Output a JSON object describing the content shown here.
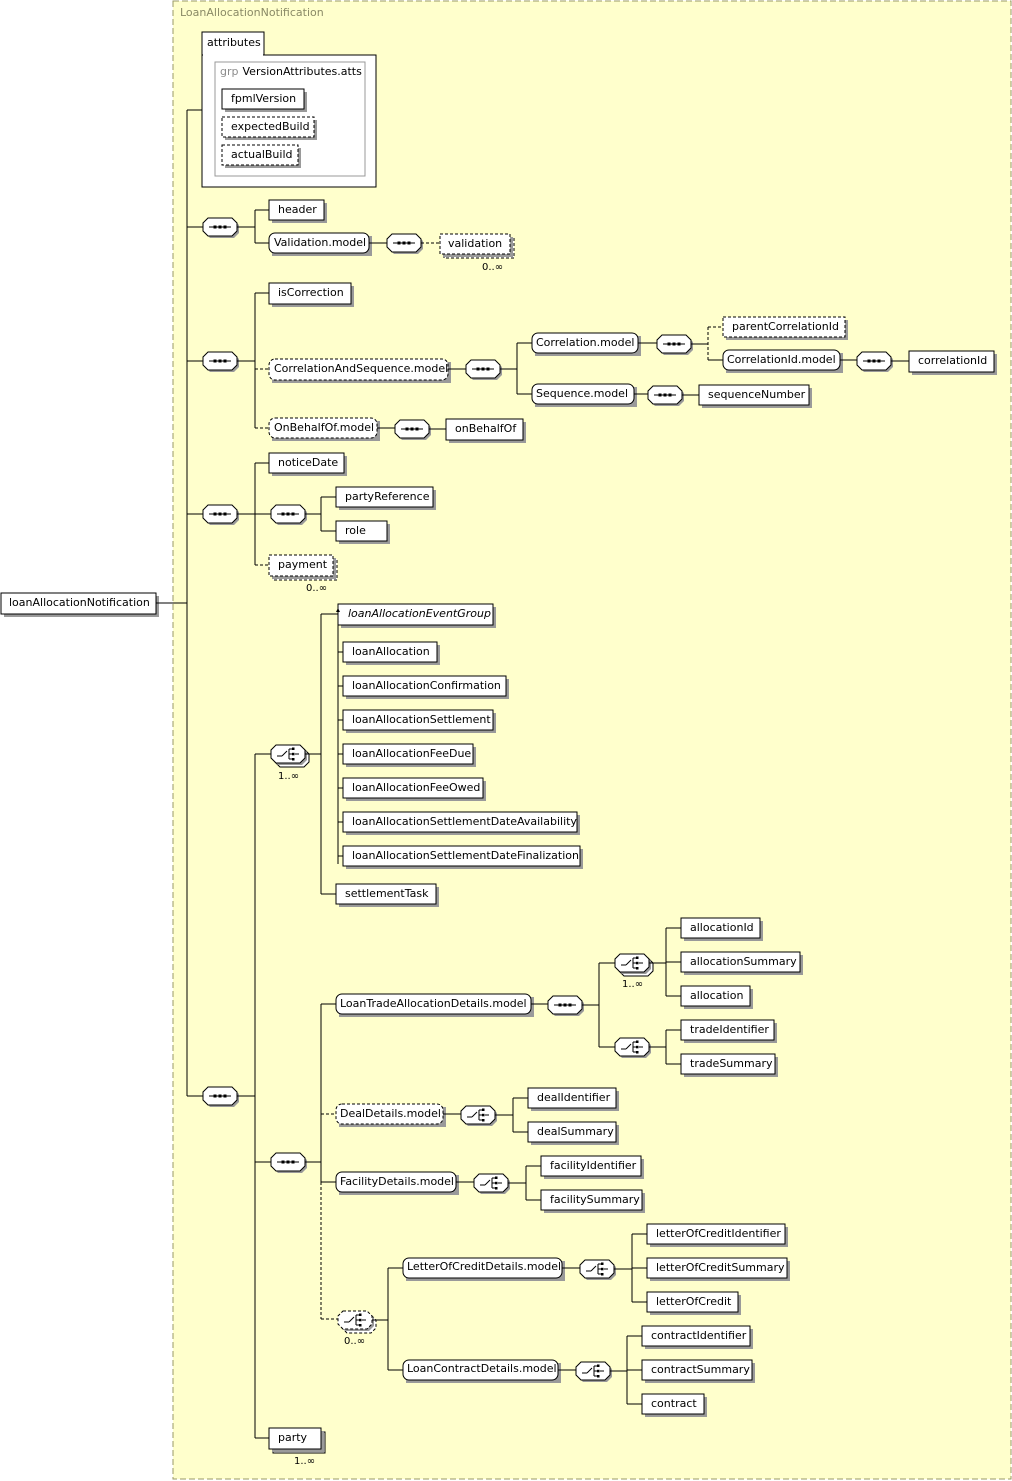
{
  "diagram": {
    "complex_type": "LoanAllocationNotification",
    "root_element": "loanAllocationNotification",
    "attributes_tab": "attributes",
    "attribute_group": {
      "keyword": "grp",
      "name": "VersionAttributes.atts"
    },
    "attributes": [
      "fpmlVersion",
      "expectedBuild",
      "actualBuild"
    ],
    "elements": {
      "header": "header",
      "validation_model": "Validation.model",
      "validation": "validation",
      "is_correction": "isCorrection",
      "correlation_and_sequence_model": "CorrelationAndSequence.model",
      "correlation_model": "Correlation.model",
      "parent_correlation_id": "parentCorrelationId",
      "correlation_id_model": "CorrelationId.model",
      "correlation_id": "correlationId",
      "sequence_model": "Sequence.model",
      "sequence_number": "sequenceNumber",
      "on_behalf_of_model": "OnBehalfOf.model",
      "on_behalf_of": "onBehalfOf",
      "notice_date": "noticeDate",
      "party_reference": "partyReference",
      "role": "role",
      "payment": "payment",
      "loan_allocation_event_group": "loanAllocationEventGroup",
      "loan_allocation": "loanAllocation",
      "loan_allocation_confirmation": "loanAllocationConfirmation",
      "loan_allocation_settlement": "loanAllocationSettlement",
      "loan_allocation_fee_due": "loanAllocationFeeDue",
      "loan_allocation_fee_owed": "loanAllocationFeeOwed",
      "loan_allocation_settlement_date_availability": "loanAllocationSettlementDateAvailability",
      "loan_allocation_settlement_date_finalization": "loanAllocationSettlementDateFinalization",
      "settlement_task": "settlementTask",
      "loan_trade_allocation_details_model": "LoanTradeAllocationDetails.model",
      "allocation_id": "allocationId",
      "allocation_summary": "allocationSummary",
      "allocation": "allocation",
      "trade_identifier": "tradeIdentifier",
      "trade_summary": "tradeSummary",
      "deal_details_model": "DealDetails.model",
      "deal_identifier": "dealIdentifier",
      "deal_summary": "dealSummary",
      "facility_details_model": "FacilityDetails.model",
      "facility_identifier": "facilityIdentifier",
      "facility_summary": "facilitySummary",
      "letter_of_credit_details_model": "LetterOfCreditDetails.model",
      "letter_of_credit_identifier": "letterOfCreditIdentifier",
      "letter_of_credit_summary": "letterOfCreditSummary",
      "letter_of_credit": "letterOfCredit",
      "loan_contract_details_model": "LoanContractDetails.model",
      "contract_identifier": "contractIdentifier",
      "contract_summary": "contractSummary",
      "contract": "contract",
      "party": "party"
    },
    "cardinalities": {
      "validation": "0..∞",
      "payment": "0..∞",
      "event_choice": "1..∞",
      "allocation_choice": "1..∞",
      "credit_contract_choice": "0..∞",
      "party": "1..∞"
    },
    "colors": {
      "background": "#ffffff",
      "type_fill": "#ffffcc",
      "type_border": "#999966",
      "node_fill": "#ffffff",
      "line": "#000000",
      "shadow": "#9a9a9a"
    }
  }
}
